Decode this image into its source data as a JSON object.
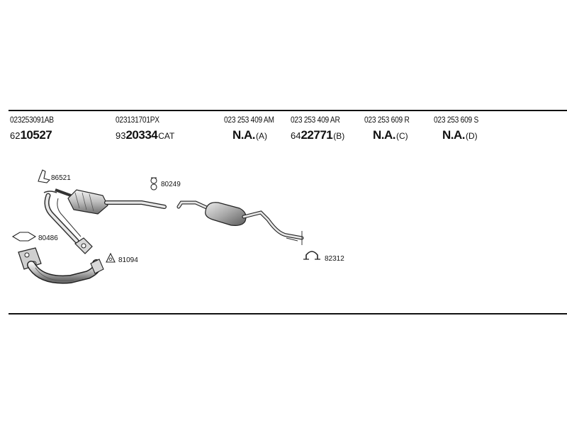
{
  "columns": [
    {
      "part_number": "023253091AB",
      "ref_prefix": "62",
      "ref_main": "10527",
      "ref_suffix": ""
    },
    {
      "part_number": "023131701PX",
      "ref_prefix": "93",
      "ref_main": "20334",
      "ref_suffix": "CAT"
    },
    {
      "part_number": "023 253 409 AM",
      "ref_prefix": "",
      "ref_main": "N.A.",
      "ref_suffix": "(A)"
    },
    {
      "part_number": "023 253 409 AR",
      "ref_prefix": "64",
      "ref_main": "22771",
      "ref_suffix": "(B)"
    },
    {
      "part_number": "023 253 609 R",
      "ref_prefix": "",
      "ref_main": "N.A.",
      "ref_suffix": "(C)"
    },
    {
      "part_number": "023 253 609 S",
      "ref_prefix": "",
      "ref_main": "N.A.",
      "ref_suffix": "(D)"
    }
  ],
  "callouts": {
    "c86521": "86521",
    "c80249": "80249",
    "c80486": "80486",
    "c81094": "81094",
    "c82312": "82312"
  }
}
